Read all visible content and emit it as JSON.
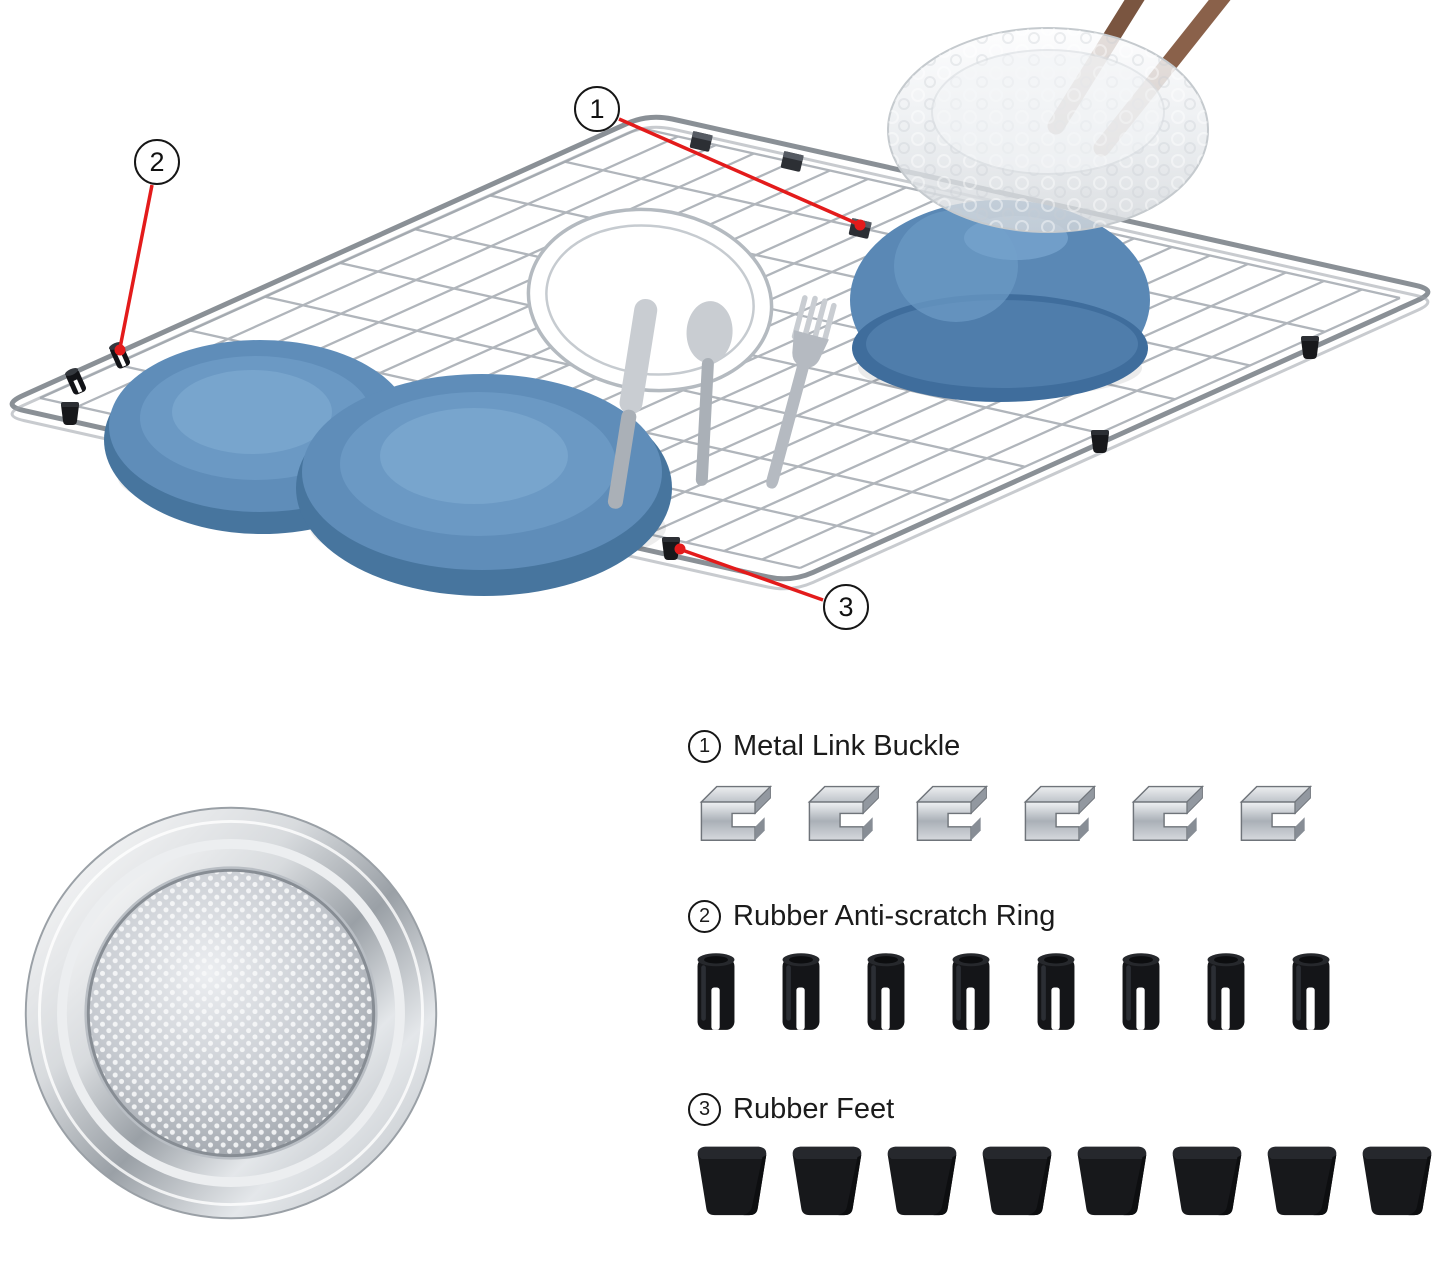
{
  "scene": {
    "callouts": [
      {
        "num": "1"
      },
      {
        "num": "2"
      },
      {
        "num": "3"
      }
    ]
  },
  "parts": [
    {
      "num": "1",
      "name": "Metal Link Buckle",
      "count": 6,
      "icon": "buckle"
    },
    {
      "num": "2",
      "name": "Rubber Anti-scratch Ring",
      "count": 8,
      "icon": "ring"
    },
    {
      "num": "3",
      "name": "Rubber Feet",
      "count": 8,
      "icon": "foot"
    }
  ],
  "colors": {
    "accent_red": "#e31b1b",
    "plate_blue": "#5f8db9",
    "grid_metal": "#b0b5bb",
    "part_black": "#17181b"
  }
}
